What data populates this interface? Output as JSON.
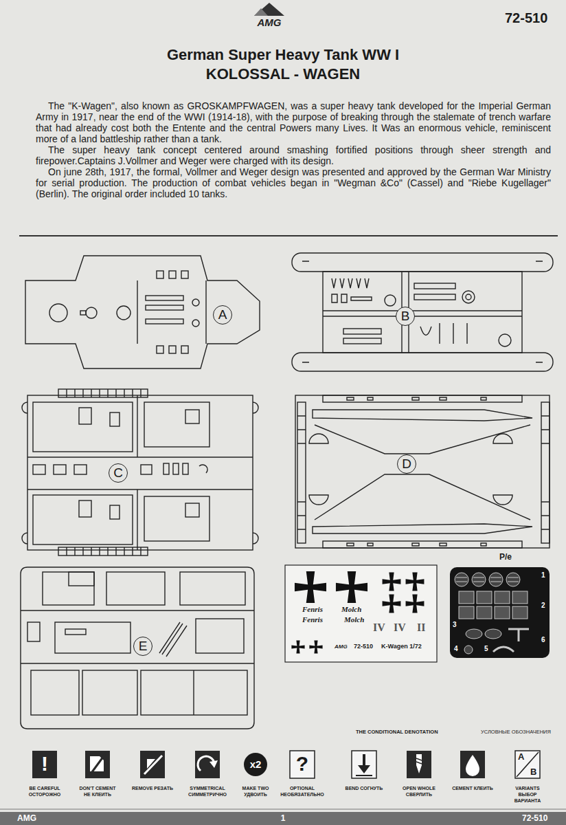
{
  "diagram": {
    "title": "German Super Heavy Tank WW I KOLOSSAL - WAGEN",
    "nodes": [
      {
        "text": [
          "A"
        ]
      },
      {
        "text": [
          "B"
        ]
      },
      {
        "text": [
          "C"
        ]
      },
      {
        "text": [
          "D"
        ]
      },
      {
        "text": [
          "E"
        ]
      },
      {
        "text": [
          "Fenris",
          "Molch",
          "Fenris",
          "Molch",
          "IV",
          "IV",
          "II",
          "AMG",
          "72-510",
          "K-Wagen 1/72"
        ]
      },
      {
        "text": [
          "P/e",
          "1",
          "2",
          "3",
          "4",
          "5",
          "6"
        ]
      }
    ],
    "labels": [
      "AMG",
      "72-510",
      "The \"K-Wagen\", also known as GROSKAMPFWAGEN, was a super heavy tank developed for the Imperial German Army in 1917, near the end of the WWI (1914-18), with the purpose of breaking through the stalemate of trench warfare that had already cost both the Entente and the central Powers many Lives. It Was an enormous vehicle, reminiscent more of a land battleship rather than a tank.",
      "The super heavy tank concept centered around smashing fortified positions through sheer strength and firepower.Captains J.Vollmer and Weger were charged with its design.",
      "On june 28th, 1917, the formal, Vollmer and Weger design was presented and approved by the German War Ministry for serial production. The production of combat vehicles began in \"Wegman &Co\" (Cassel) and \"Riebe Kugellager\" (Berlin). The original order included 10 tanks.",
      "THE CONDITIONAL DENOTATION",
      "УСЛОВНЫЕ ОБОЗНАЧЕНИЯ",
      "!",
      "x2",
      "?",
      "A",
      "B",
      "AMG",
      "1",
      "72-510"
    ],
    "legend": [
      {
        "text": "BE CAREFUL ОСТОРОЖНО"
      },
      {
        "text": "DON'T CEMENT НЕ КЛЕИТЬ"
      },
      {
        "text": "REMOVE РЕЗАТЬ"
      },
      {
        "text": "SYMMETRICAL СИММЕТРИЧНО"
      },
      {
        "text": "MAKE TWO УДВОИТЬ"
      },
      {
        "text": "OPTIONAL НЕОБЯЗАТЕЛЬНО"
      },
      {
        "text": "BEND СОГНУТЬ"
      },
      {
        "text": "OPEN WHOLE СВЕРЛИТЬ"
      },
      {
        "text": "CEMENT КЛЕИТЬ"
      },
      {
        "text": "VARIANTS ВЫБОР ВАРИАНТА"
      }
    ]
  }
}
